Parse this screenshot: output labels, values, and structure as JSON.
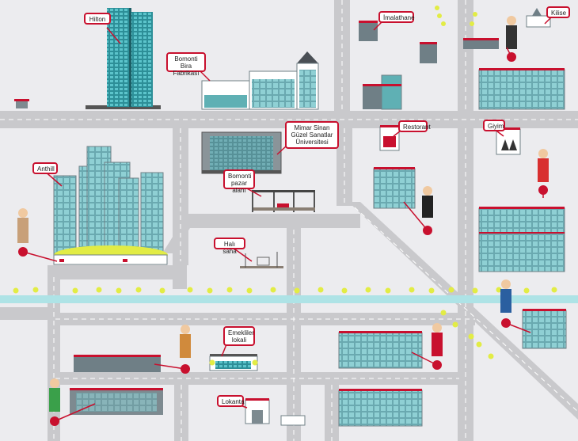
{
  "places": {
    "hilton": "Hilton",
    "imalathane": "İmalathane",
    "kilise": "Kilise",
    "bomonti_bira": "Bomonti Bira\nFabrikası",
    "msgsu": "Mimar Sinan\nGüzel Sanatlar\nÜniversitesi",
    "restorant": "Restorant",
    "giyim": "Giyim",
    "anthill": "Anthill",
    "bomonti_pazar": "Bomonti\npazar alanı",
    "hali_saha": "Halı saha",
    "emekliler": "Emekliler\nlokali",
    "lokanta": "Lokanta"
  },
  "colors": {
    "background": "#ececef",
    "road": "#c9c9cc",
    "road_dash": "#ffffff",
    "river": "#aee3e6",
    "building_glass": "#5fb0b4",
    "building_frame": "#6f7f86",
    "roof_red": "#c8102e",
    "pin_red": "#c8102e",
    "tree_yellow": "#e2ec45"
  }
}
